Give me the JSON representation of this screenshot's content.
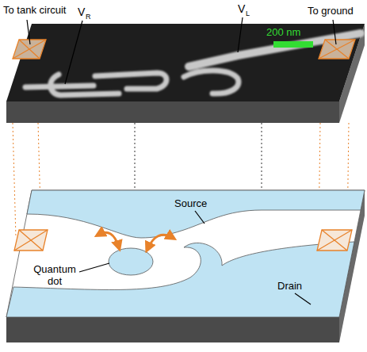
{
  "diagram": {
    "labels": [
      "To tank circuit",
      "V",
      "R",
      "V",
      "L",
      "200 nm",
      "To ground",
      "Source",
      "Quantum dot",
      "Drain"
    ]
  }
}
